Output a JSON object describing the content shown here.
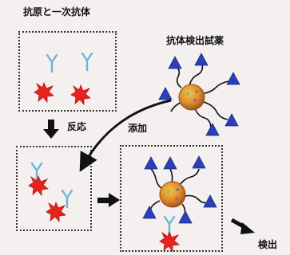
{
  "labels": {
    "antigen_primary": "抗原と一次抗体",
    "reagent": "抗体検出試薬",
    "reaction": "反応",
    "addition": "添加",
    "detection": "検出"
  }
}
